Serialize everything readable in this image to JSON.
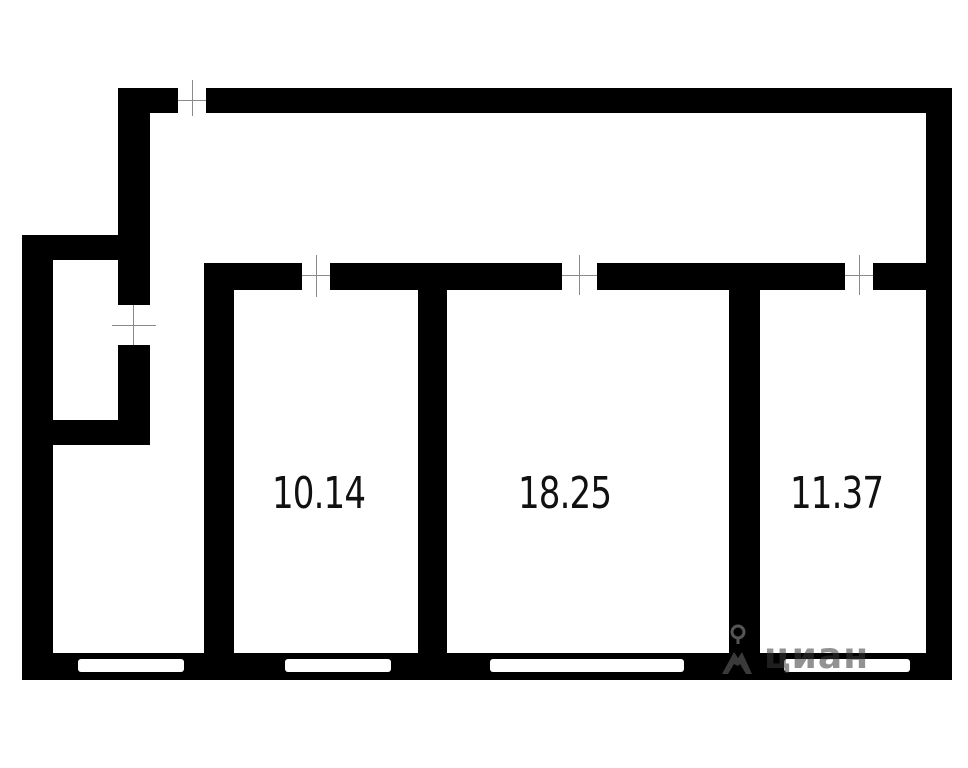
{
  "plan": {
    "background": "#ffffff",
    "wall_color": "#000000",
    "rooms": [
      {
        "id": "room-1",
        "area": "10.14"
      },
      {
        "id": "room-2",
        "area": "18.25"
      },
      {
        "id": "room-3",
        "area": "11.37"
      }
    ]
  },
  "watermark": {
    "icon": "map-pin-person-icon",
    "text": "циан",
    "color": "#3a3a3a"
  }
}
